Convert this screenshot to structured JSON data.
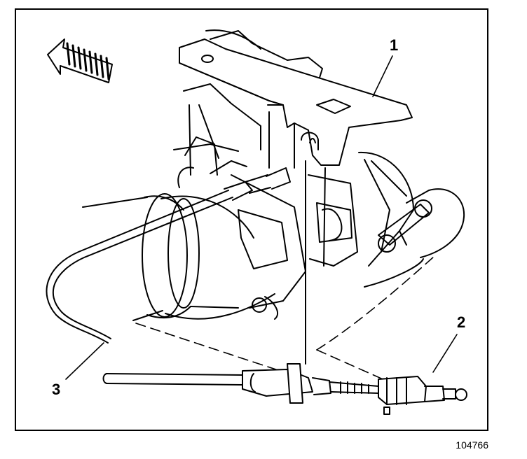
{
  "diagram": {
    "callouts": [
      {
        "label": "1",
        "part": "mounting-bracket"
      },
      {
        "label": "2",
        "part": "cable-connector"
      },
      {
        "label": "3",
        "part": "tube-end"
      }
    ],
    "figure_number": "104766",
    "line_color": "#000000",
    "background_color": "#ffffff"
  }
}
